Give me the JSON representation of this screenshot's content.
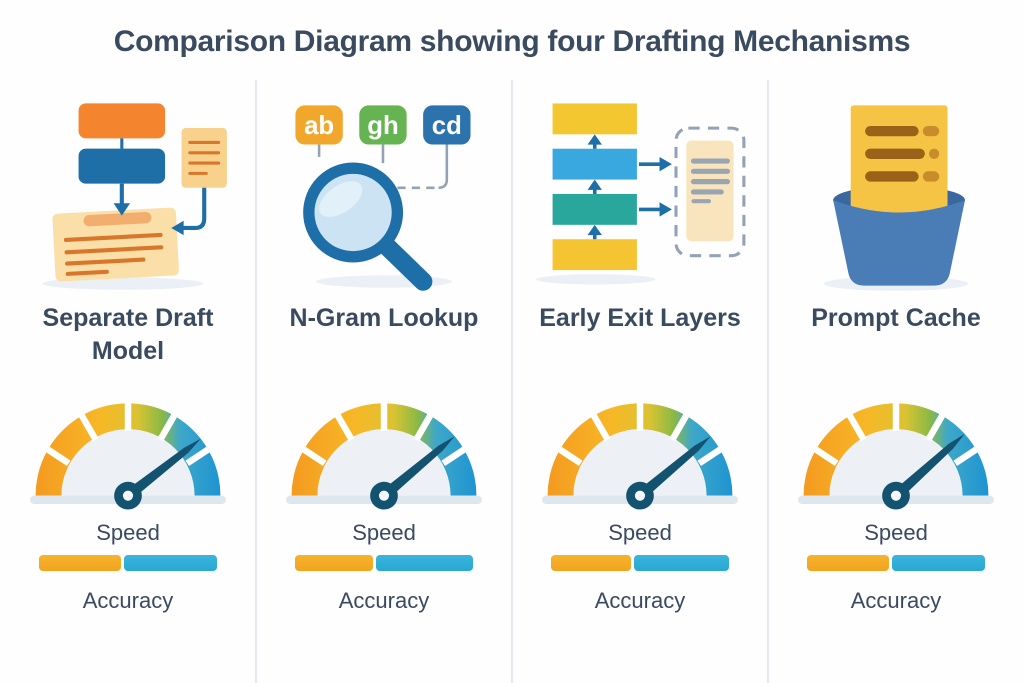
{
  "title": "Comparison Diagram showing four Drafting Mechanisms",
  "metrics": {
    "speed": "Speed",
    "accuracy": "Accuracy"
  },
  "ngram_tags": [
    "ab",
    "gh",
    "cd"
  ],
  "mechanisms": [
    {
      "name": "Separate Draft Model",
      "icon": "flowchart-boxes-with-draft-note",
      "gauge": {
        "needle_angle_deg": 38
      },
      "accuracy_bar": {
        "orange_pct": 46,
        "blue_pct": 54
      }
    },
    {
      "name": "N-Gram Lookup",
      "icon": "magnifier-with-token-tags",
      "gauge": {
        "needle_angle_deg": 40
      },
      "accuracy_bar": {
        "orange_pct": 44,
        "blue_pct": 56
      }
    },
    {
      "name": "Early Exit Layers",
      "icon": "layer-stack-with-exit-arrows",
      "gauge": {
        "needle_angle_deg": 40
      },
      "accuracy_bar": {
        "orange_pct": 45,
        "blue_pct": 55
      }
    },
    {
      "name": "Prompt Cache",
      "icon": "document-in-cache-bucket",
      "gauge": {
        "needle_angle_deg": 42
      },
      "accuracy_bar": {
        "orange_pct": 46,
        "blue_pct": 54
      }
    }
  ],
  "colors": {
    "c_title": "#3A4A5F",
    "c_divider": "#E3E9EF",
    "c_g1": "#F49A20",
    "c_g2": "#F7B827",
    "c_g3": "#DCC233",
    "c_g4": "#8BBA44",
    "c_g5": "#3FA8C9",
    "c_g6": "#1F93D2",
    "c_gauge_inner": "#EDF1F6",
    "c_gauge_base": "#DFE7EE",
    "c_needle": "#14536F",
    "c_bar_orange": "#F1A41F",
    "c_bar_blue": "#29A8D2",
    "c_arrow": "#1E6EA7",
    "c_box_orange": "#F5842F",
    "c_box_blue": "#1E6EA7",
    "c_note_cream": "#FBDFA9",
    "c_note_small": "#F8D28C",
    "c_note_line": "#D8772B",
    "c_tag_orange": "#F1A72B",
    "c_tag_green": "#66B451",
    "c_tag_blue": "#2C73AD",
    "c_lens": "#CBE3F3",
    "c_layer_yellow": "#F2C730",
    "c_layer_blue": "#38A8DF",
    "c_layer_teal": "#2AA79C",
    "c_dash": "#93A2B4",
    "c_doc_cream": "#F9E5BD",
    "c_doc_line": "#9AA5B2",
    "c_cache_doc": "#F6C445",
    "c_cache_line": "#9A6218",
    "c_cache_line2": "#C98C2A",
    "c_bucket": "#4A7CB6",
    "c_bucket_dark": "#3A679E",
    "c_shadow": "#EAF0F5"
  }
}
